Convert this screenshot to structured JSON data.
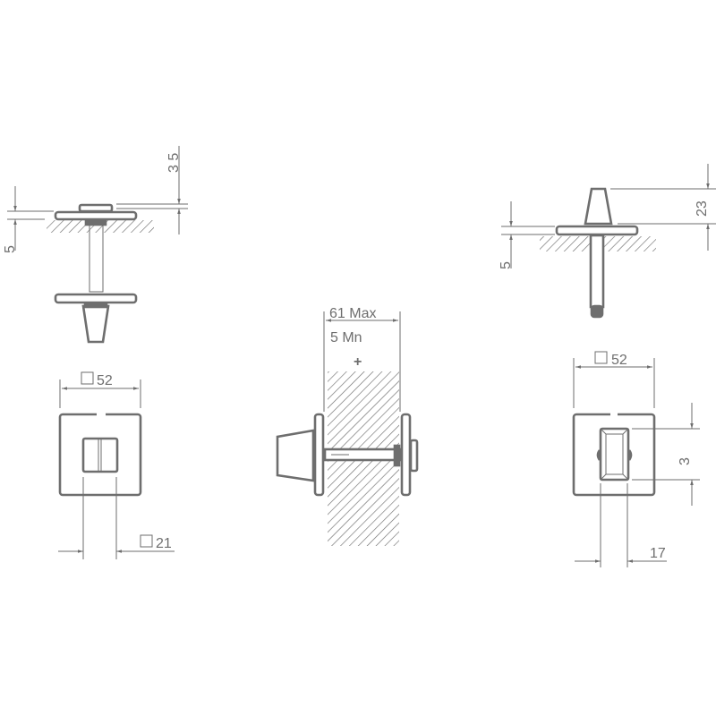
{
  "drawing": {
    "type": "technical-drawing",
    "subject": "bathroom privacy turn and release set, square rose",
    "line_color": "#6e6e6e",
    "background": "#ffffff"
  },
  "side_view_left": {
    "dim_rose_thickness": "5",
    "dim_plate_height": "3 5"
  },
  "side_view_right": {
    "dim_rose_thickness": "5",
    "dim_turn_height": "23"
  },
  "center_section": {
    "dim_door_max": "61 Max",
    "dim_door_min": "5  Mn",
    "marker": "+"
  },
  "front_view_left": {
    "dim_rose_square": "52",
    "dim_release_square": "21"
  },
  "front_view_right": {
    "dim_rose_square": "52",
    "dim_turn_height": "3",
    "dim_turn_width": "17"
  }
}
